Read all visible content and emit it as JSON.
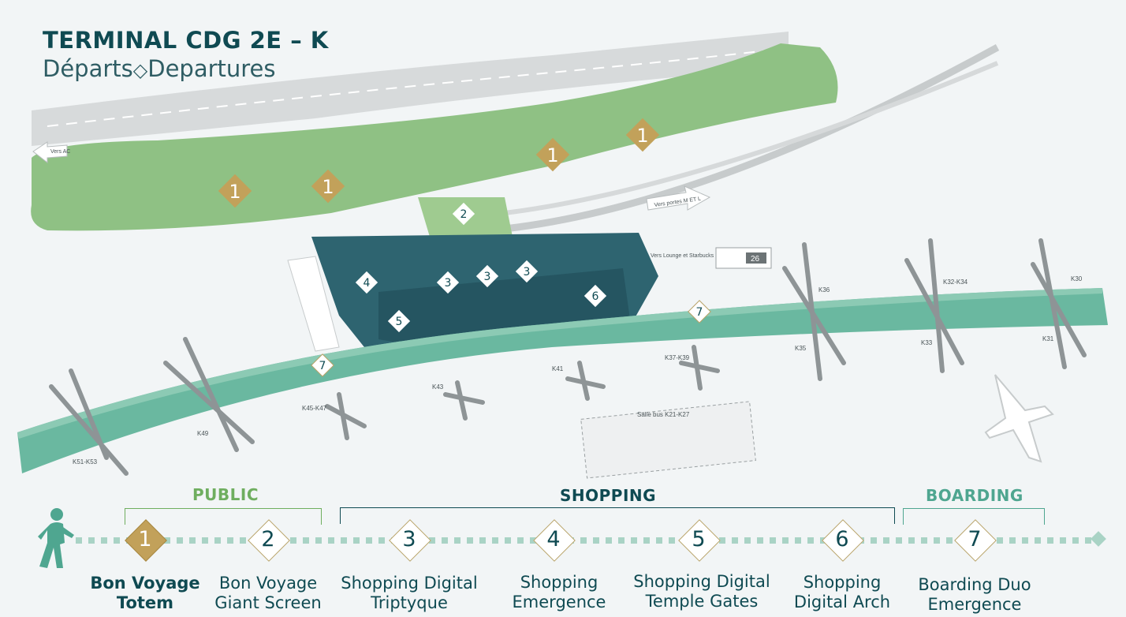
{
  "header": {
    "title": "TERMINAL CDG 2E – K",
    "subtitle_fr": "Départs",
    "subtitle_en": "Departures"
  },
  "map_labels": {
    "vers_ac": "Vers AC",
    "vers_portes_metl": "Vers portes M ET L",
    "vers_lounge": "Vers Lounge et Starbucks",
    "salle_bus": "Salle bus K21-K27",
    "lounge_number": "26",
    "gates": [
      "K51-K53",
      "K49",
      "K45-K47",
      "K43",
      "K41",
      "K37-K39",
      "K36",
      "K35",
      "K33",
      "K32-K34",
      "K31",
      "K30"
    ]
  },
  "map_markers": [
    "1",
    "1",
    "1",
    "1",
    "2",
    "3",
    "3",
    "3",
    "4",
    "5",
    "6",
    "7",
    "7"
  ],
  "sections": [
    {
      "label": "PUBLIC",
      "color": "#6fae5f"
    },
    {
      "label": "SHOPPING",
      "color": "#0f4a52"
    },
    {
      "label": "BOARDING",
      "color": "#4fa690"
    }
  ],
  "steps": [
    {
      "number": "1",
      "line1": "Bon Voyage",
      "line2": "Totem"
    },
    {
      "number": "2",
      "line1": "Bon Voyage",
      "line2": "Giant Screen"
    },
    {
      "number": "3",
      "line1": "Shopping Digital",
      "line2": "Triptyque"
    },
    {
      "number": "4",
      "line1": "Shopping",
      "line2": "Emergence"
    },
    {
      "number": "5",
      "line1": "Shopping Digital",
      "line2": "Temple Gates"
    },
    {
      "number": "6",
      "line1": "Shopping",
      "line2": "Digital Arch"
    },
    {
      "number": "7",
      "line1": "Boarding Duo",
      "line2": "Emergence"
    }
  ],
  "colors": {
    "public_green": "#8fc184",
    "shopping_teal": "#2e6470",
    "boarding_teal": "#6ab8a0",
    "gold": "#c2a15a",
    "title": "#0f4a52"
  }
}
